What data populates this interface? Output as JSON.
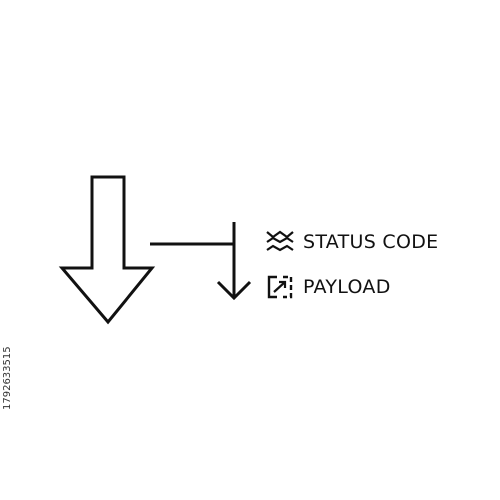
{
  "legend": {
    "items": [
      {
        "icon": "status-wave-icon",
        "label": "STATUS CODE"
      },
      {
        "icon": "payload-bracket-icon",
        "label": "PAYLOAD"
      }
    ]
  },
  "stock_id": "1792633515",
  "colors": {
    "stroke": "#111111",
    "background": "#ffffff"
  }
}
